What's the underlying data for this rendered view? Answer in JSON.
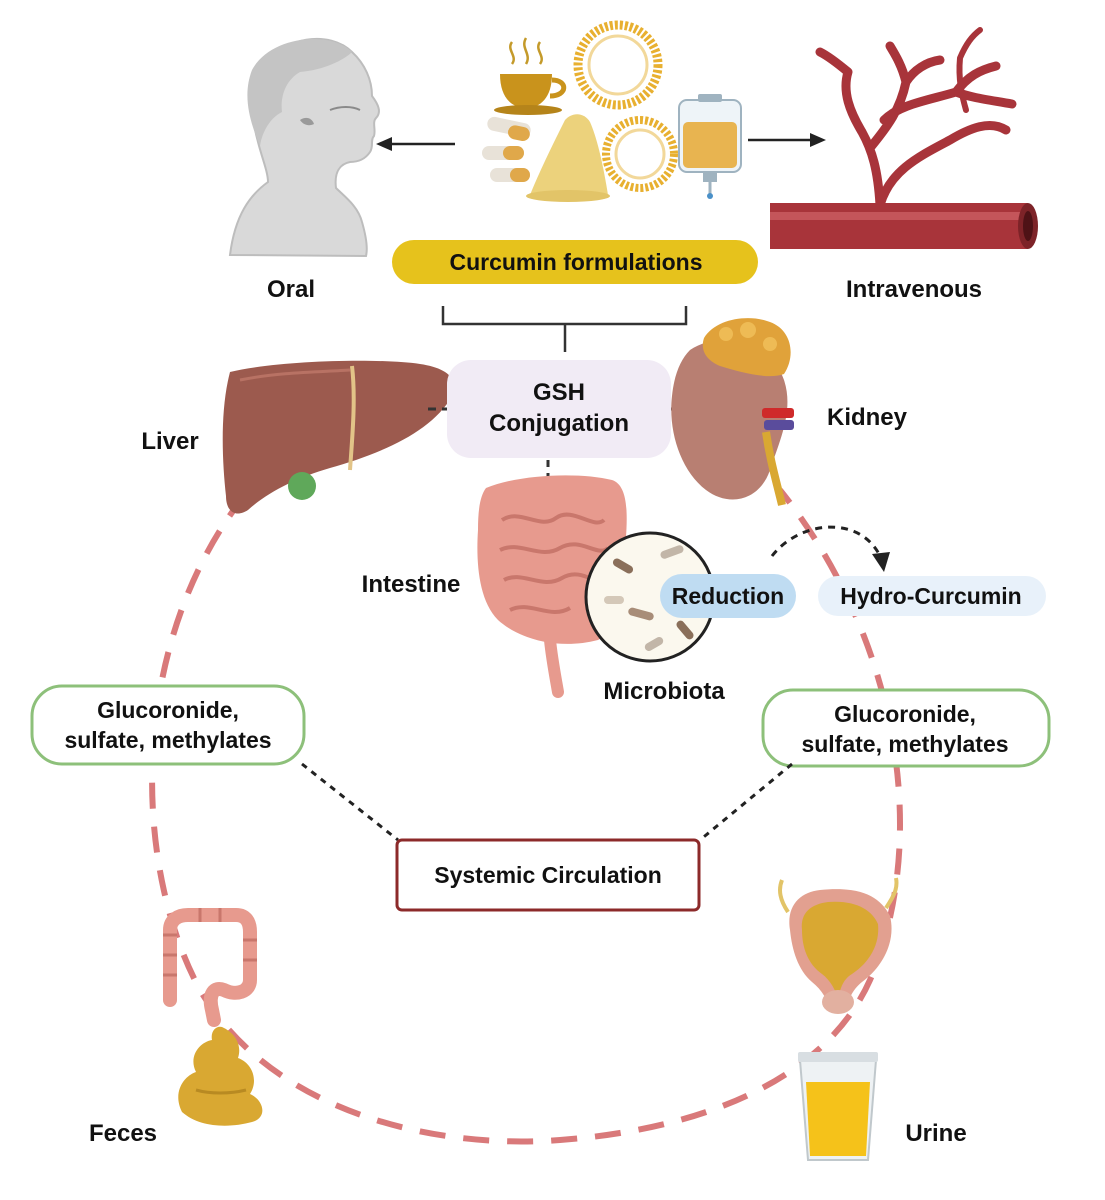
{
  "labels": {
    "oral": "Oral",
    "intravenous": "Intravenous",
    "curcumin_formulations": "Curcumin formulations",
    "gsh_line1": "GSH",
    "gsh_line2": "Conjugation",
    "liver": "Liver",
    "kidney": "Kidney",
    "intestine": "Intestine",
    "reduction": "Reduction",
    "hydro_curcumin": "Hydro-Curcumin",
    "microbiota": "Microbiota",
    "metabolites_left_line1": "Glucoronide,",
    "metabolites_left_line2": "sulfate, methylates",
    "metabolites_right_line1": "Glucoronide,",
    "metabolites_right_line2": "sulfate, methylates",
    "systemic_circulation": "Systemic Circulation",
    "feces": "Feces",
    "urine": "Urine"
  },
  "colors": {
    "formulation_pill": "#e6c21c",
    "gsh_box": "#f1ebf5",
    "reduction_pill": "#bfdcf2",
    "hydro_pill": "#e8f1fa",
    "metabolite_border": "#8dc07a",
    "circulation_border": "#8c2a2a",
    "circulation_path": "#d9797a",
    "liver": "#9c5a4e",
    "kidney": "#b87f72",
    "intestine": "#e79a8e",
    "blood_vessel": "#a8343a",
    "feces": "#d9a832",
    "urine": "#f5c21a"
  }
}
